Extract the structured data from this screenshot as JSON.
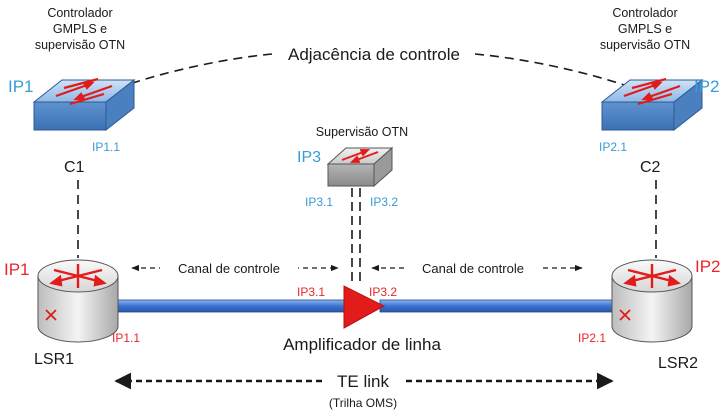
{
  "colors": {
    "red_label": "#e8262b",
    "blue_label": "#3a9bd5",
    "link_blue": "#3f7fd6",
    "amplifier_red": "#e21b1b",
    "text": "#1a1a1a"
  },
  "controllers": {
    "left": {
      "caption_line1": "Controlador",
      "caption_line2": "GMPLS e",
      "caption_line3": "supervisão OTN",
      "ip": "IP1",
      "port": "IP1.1",
      "name": "C1",
      "icon": "switch-icon"
    },
    "right": {
      "caption_line1": "Controlador",
      "caption_line2": "GMPLS e",
      "caption_line3": "supervisão OTN",
      "ip": "IP2",
      "port": "IP2.1",
      "name": "C2",
      "icon": "switch-icon"
    }
  },
  "adjacency_label": "Adjacência de controle",
  "otn_supervision": {
    "caption": "Supervisão OTN",
    "ip": "IP3",
    "port_left": "IP3.1",
    "port_right": "IP3.2",
    "icon": "switch-icon"
  },
  "routers": {
    "left": {
      "ip": "IP1",
      "port": "IP1.1",
      "name": "LSR1",
      "icon": "router-icon"
    },
    "right": {
      "ip": "IP2",
      "port": "IP2.1",
      "name": "LSR2",
      "icon": "router-icon"
    }
  },
  "control_channel": {
    "left_label": "Canal de controle",
    "right_label": "Canal de controle"
  },
  "amplifier": {
    "port_left": "IP3.1",
    "port_right": "IP3.2",
    "label": "Amplificador de linha",
    "icon": "amplifier-triangle-icon"
  },
  "te_link": {
    "label": "TE link",
    "sublabel": "(Trilha OMS)"
  }
}
